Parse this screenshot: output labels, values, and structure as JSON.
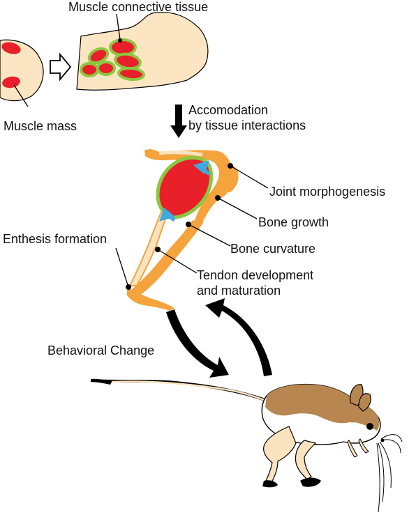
{
  "labels": {
    "muscle_connective_tissue": "Muscle connective tissue",
    "muscle_mass": "Muscle mass",
    "accomodation_line1": "Accomodation",
    "accomodation_line2": "by tissue interactions",
    "joint_morphogenesis": "Joint morphogenesis",
    "bone_growth": "Bone growth",
    "enthesis_formation": "Enthesis formation",
    "bone_curvature": "Bone curvature",
    "tendon_line1": "Tendon development",
    "tendon_line2": "and maturation",
    "behavioral_change": "Behavioral Change"
  },
  "colors": {
    "tissue_fill": "#fce5c2",
    "muscle_red": "#e8202a",
    "connective_green": "#8dc63f",
    "bone_orange": "#f5a33c",
    "tendon_tan": "#fbe3bf",
    "arrow_blue": "#3ea8e0",
    "fur_brown": "#b88650",
    "fur_white": "#ffffff",
    "outline": "#000000"
  }
}
